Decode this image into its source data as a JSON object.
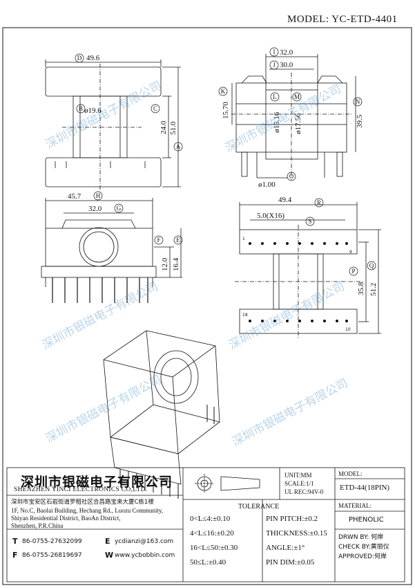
{
  "model_label": "MODEL: YC-ETD-4401",
  "top_view": {
    "dims": {
      "D": "49.6",
      "B": "ø19.6",
      "C": "24.0",
      "A": "51.0"
    },
    "letters": {
      "D": "D",
      "B": "B",
      "C": "C",
      "A": "A"
    }
  },
  "side_view": {
    "dims": {
      "I": "32.0",
      "J": "30.0",
      "K": "15.70",
      "L": "ø15.16",
      "M": "ø17.56",
      "N": "39.5",
      "O": "ø1.00"
    },
    "letters": {
      "I": "I",
      "J": "J",
      "K": "K",
      "L": "L",
      "M": "M",
      "N": "N",
      "O": "O"
    }
  },
  "front_view": {
    "dims": {
      "H": "45.7",
      "G": "32.0",
      "F": "12.0",
      "E": "16.4"
    },
    "letters": {
      "H": "H",
      "G": "G",
      "F": "F",
      "E": "E"
    }
  },
  "bottom_view": {
    "dims": {
      "R": "49.4",
      "S": "5.0(X16)",
      "P": "35.8",
      "Q": "51.2"
    },
    "letters": {
      "R": "R",
      "S": "S",
      "P": "P",
      "Q": "Q"
    },
    "pin_labels": {
      "top_left": "1",
      "top_right": "9",
      "bottom_left": "18",
      "bottom_right": "10"
    }
  },
  "watermark": "深圳市银磁电子有限公司",
  "title_block": {
    "company_cn": "深圳市银磁电子有限公司",
    "company_en": "SHENZHEN YINCI ELECTRONICS CO,LTD.",
    "address": [
      "深圳市宝安区石岩街道罗租社区合昌路宝来大厦C栋1楼",
      "1F, No.C, Baolai Building, Hechang Rd., Luozu Community,",
      "Shiyan Residential District, BaoAn District,",
      "Shenzhen, P.R.China"
    ],
    "tel_label": "T",
    "tel": "86-0755-27632099",
    "fax_label": "F",
    "fax": "86-0755-26819697",
    "email_label": "E",
    "email": "ycdianzi@163.com",
    "web_label": "W",
    "web": "www.ycbobbin.com",
    "unit": "UNIT:MM",
    "scale": "SCALE:1/1",
    "ul": "UL REC:94V-0",
    "model_hdr": "MODEL:",
    "model_val": "ETD-44(18PIN)",
    "material_hdr": "MATERIAL:",
    "material_val": "PHENOLIC",
    "tolerance_hdr": "TOLERANCE",
    "tolerances": [
      "0<L≤4:±0.10",
      "4<L≤16:±0.20",
      "16<L≤50:±0.30",
      "50≤L:±0.40"
    ],
    "tolerances_right": [
      "PIN PITCH:±0.2",
      "THICKNESS:±0.15",
      "ANGLE:±1°",
      "PIN DIM:±0.05"
    ],
    "drawn": "DRWN BY: 何岸",
    "check": "CHECK BY:黄丽仪",
    "approved": "APPROVED:何岸"
  }
}
